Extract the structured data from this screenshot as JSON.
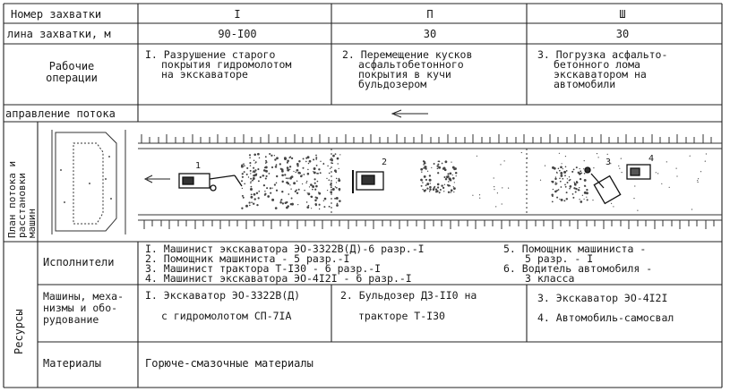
{
  "header": {
    "row1_label": "Номер захватки",
    "row1_values": [
      "I",
      "П",
      "Ш"
    ],
    "row2_label": "лина захватки, м",
    "row2_values": [
      "90-I00",
      "30",
      "30"
    ]
  },
  "operations": {
    "label_line1": "Рабочие",
    "label_line2": "операции",
    "ops": [
      [
        "I. Разрушение старого",
        "покрытия гидромолотом",
        "на экскаваторе"
      ],
      [
        "2. Перемещение кусков",
        "асфальтобетонного",
        "покрытия в кучи",
        "бульдозером"
      ],
      [
        "3. Погрузка асфальто-",
        "бетонного лома",
        "экскаватором на",
        "автомобили"
      ]
    ]
  },
  "flow": {
    "label": "аправление потока"
  },
  "plan": {
    "label_line1": "План потока и",
    "label_line2": "расстановки",
    "label_line3": "машин",
    "machine_numbers": [
      "1",
      "2",
      "3",
      "4"
    ]
  },
  "resources": {
    "side_label": "Ресурсы",
    "executors": {
      "label": "Исполнители",
      "left": [
        "I. Машинист экскаватора ЭО-3322В(Д)-6 разр.-I",
        "2. Помощник машиниста          - 5 разр.-I",
        "3. Машинист трактора Т-I30     - 6 разр.-I",
        "4. Машинист экскаватора ЭО-4I2I - 6 разр.-I"
      ],
      "right": [
        "5. Помощник машиниста -",
        "5 разр. - I",
        "6. Водитель автомобиля -",
        "3 класса"
      ]
    },
    "machines": {
      "label_lines": [
        "Машины, меха-",
        "низмы и обо-",
        "рудование"
      ],
      "col1": [
        "I. Экскаватор ЭО-3322В(Д)",
        "с гидромолотом СП-7IА"
      ],
      "col2": [
        "2. Бульдозер ДЗ-II0 на",
        "тракторе Т-I30"
      ],
      "col3": [
        "3. Экскаватор ЭО-4I2I",
        "4. Автомобиль-самосвал"
      ]
    },
    "materials": {
      "label": "Материалы",
      "value": "Горюче-смазочные материалы"
    }
  }
}
